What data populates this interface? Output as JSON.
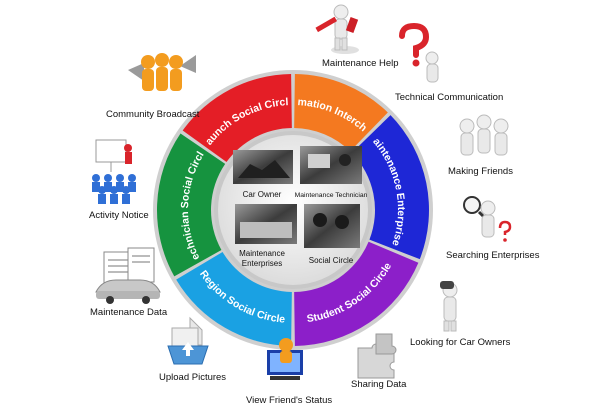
{
  "ring_segments": [
    {
      "id": "information",
      "label": "Information Interchange",
      "color": "#f47920",
      "deg": [
        0,
        45
      ]
    },
    {
      "id": "maintenance-ent",
      "label": "Maintenance Enterprises",
      "color": "#1e27d6",
      "deg": [
        45,
        112
      ]
    },
    {
      "id": "student",
      "label": "Student Social Circle",
      "color": "#8c1fc9",
      "deg": [
        112,
        180
      ]
    },
    {
      "id": "region",
      "label": "Region Social Circle",
      "color": "#1aa1e3",
      "deg": [
        180,
        240
      ]
    },
    {
      "id": "technician",
      "label": "Technician Social Circle",
      "color": "#16933f",
      "deg": [
        240,
        305
      ]
    },
    {
      "id": "launch",
      "label": "Launch Social Circle",
      "color": "#e41e26",
      "deg": [
        305,
        360
      ]
    }
  ],
  "center_photos": [
    {
      "id": "car-owner",
      "label": "Car Owner"
    },
    {
      "id": "maintenance-technician",
      "label": "Maintenance Technician"
    },
    {
      "id": "maintenance-enterprises",
      "label": "Maintenance Enterprises"
    },
    {
      "id": "social-circle",
      "label": "Social Circle"
    }
  ],
  "outer_items": [
    {
      "id": "maintenance-help",
      "label": "Maintenance Help",
      "icon": "hammer-figure-icon"
    },
    {
      "id": "technical-communication",
      "label": "Technical Communication",
      "icon": "question-mark-figure-icon"
    },
    {
      "id": "making-friends",
      "label": "Making Friends",
      "icon": "group-figures-icon"
    },
    {
      "id": "searching-enterprises",
      "label": "Searching Enterprises",
      "icon": "magnifier-figure-icon"
    },
    {
      "id": "looking-for-car-owners",
      "label": "Looking for Car Owners",
      "icon": "binoculars-figure-icon"
    },
    {
      "id": "sharing-data",
      "label": "Sharing Data",
      "icon": "puzzle-pieces-icon"
    },
    {
      "id": "view-friends-status",
      "label": "View Friend's Status",
      "icon": "computer-figure-icon"
    },
    {
      "id": "upload-pictures",
      "label": "Upload Pictures",
      "icon": "scroll-upload-icon"
    },
    {
      "id": "maintenance-data",
      "label": "Maintenance Data",
      "icon": "car-documents-icon"
    },
    {
      "id": "activity-notice",
      "label": "Activity Notice",
      "icon": "presentation-audience-icon"
    },
    {
      "id": "community-broadcast",
      "label": "Community Broadcast",
      "icon": "megaphone-figures-icon"
    }
  ]
}
